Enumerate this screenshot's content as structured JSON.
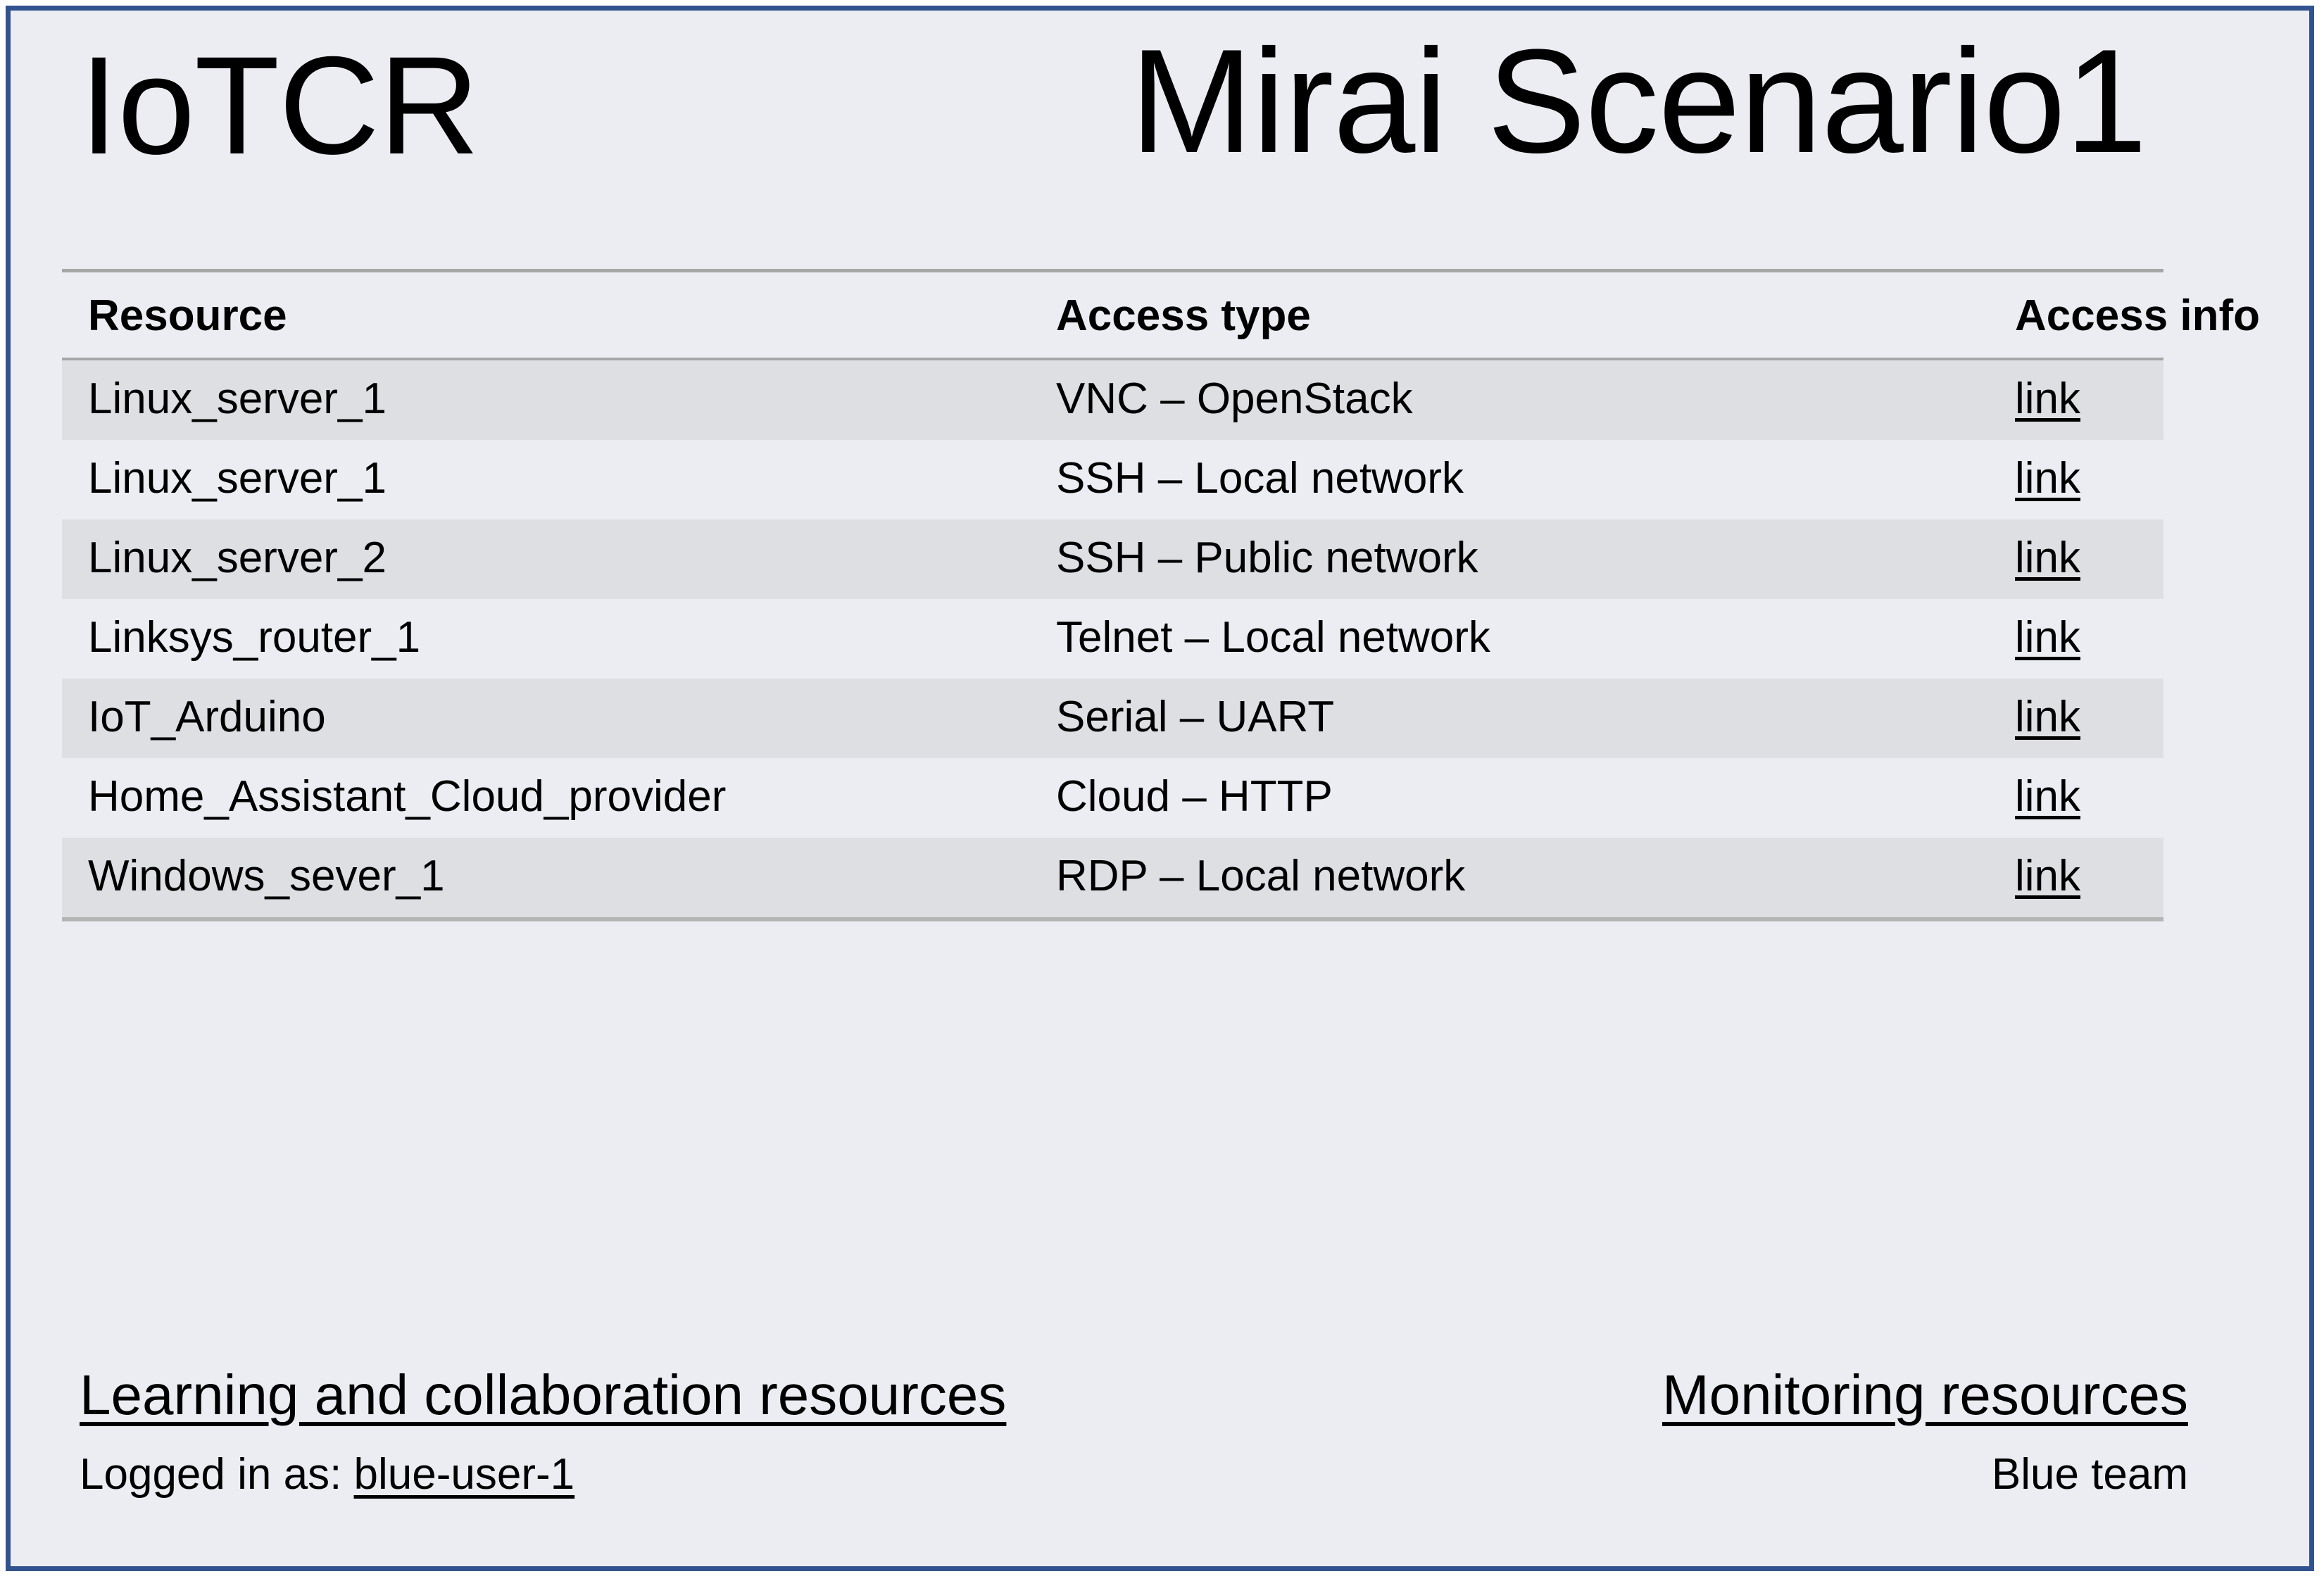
{
  "window": {
    "background_color": "#ebedf2",
    "border_color": "#32528f"
  },
  "header": {
    "app_title": "IoTCR",
    "scenario_title": "Mirai Scenario1"
  },
  "table": {
    "columns": [
      "Resource",
      "Access type",
      "Access info"
    ],
    "rows": [
      {
        "resource": "Linux_server_1",
        "access_type": "VNC – OpenStack",
        "access_info": "link"
      },
      {
        "resource": "Linux_server_1",
        "access_type": "SSH – Local network",
        "access_info": "link"
      },
      {
        "resource": "Linux_server_2",
        "access_type": "SSH – Public network",
        "access_info": "link"
      },
      {
        "resource": "Linksys_router_1",
        "access_type": "Telnet – Local network",
        "access_info": "link"
      },
      {
        "resource": "IoT_Arduino",
        "access_type": "Serial – UART",
        "access_info": "link"
      },
      {
        "resource": "Home_Assistant_Cloud_provider",
        "access_type": "Cloud – HTTP",
        "access_info": "link"
      },
      {
        "resource": "Windows_sever_1",
        "access_type": "RDP – Local network",
        "access_info": "link"
      }
    ]
  },
  "footer": {
    "learning_link": "Learning and collaboration resources",
    "monitoring_link": "Monitoring resources",
    "logged_in_label": "Logged in as: ",
    "logged_in_user": "blue-user-1",
    "team": "Blue team"
  }
}
